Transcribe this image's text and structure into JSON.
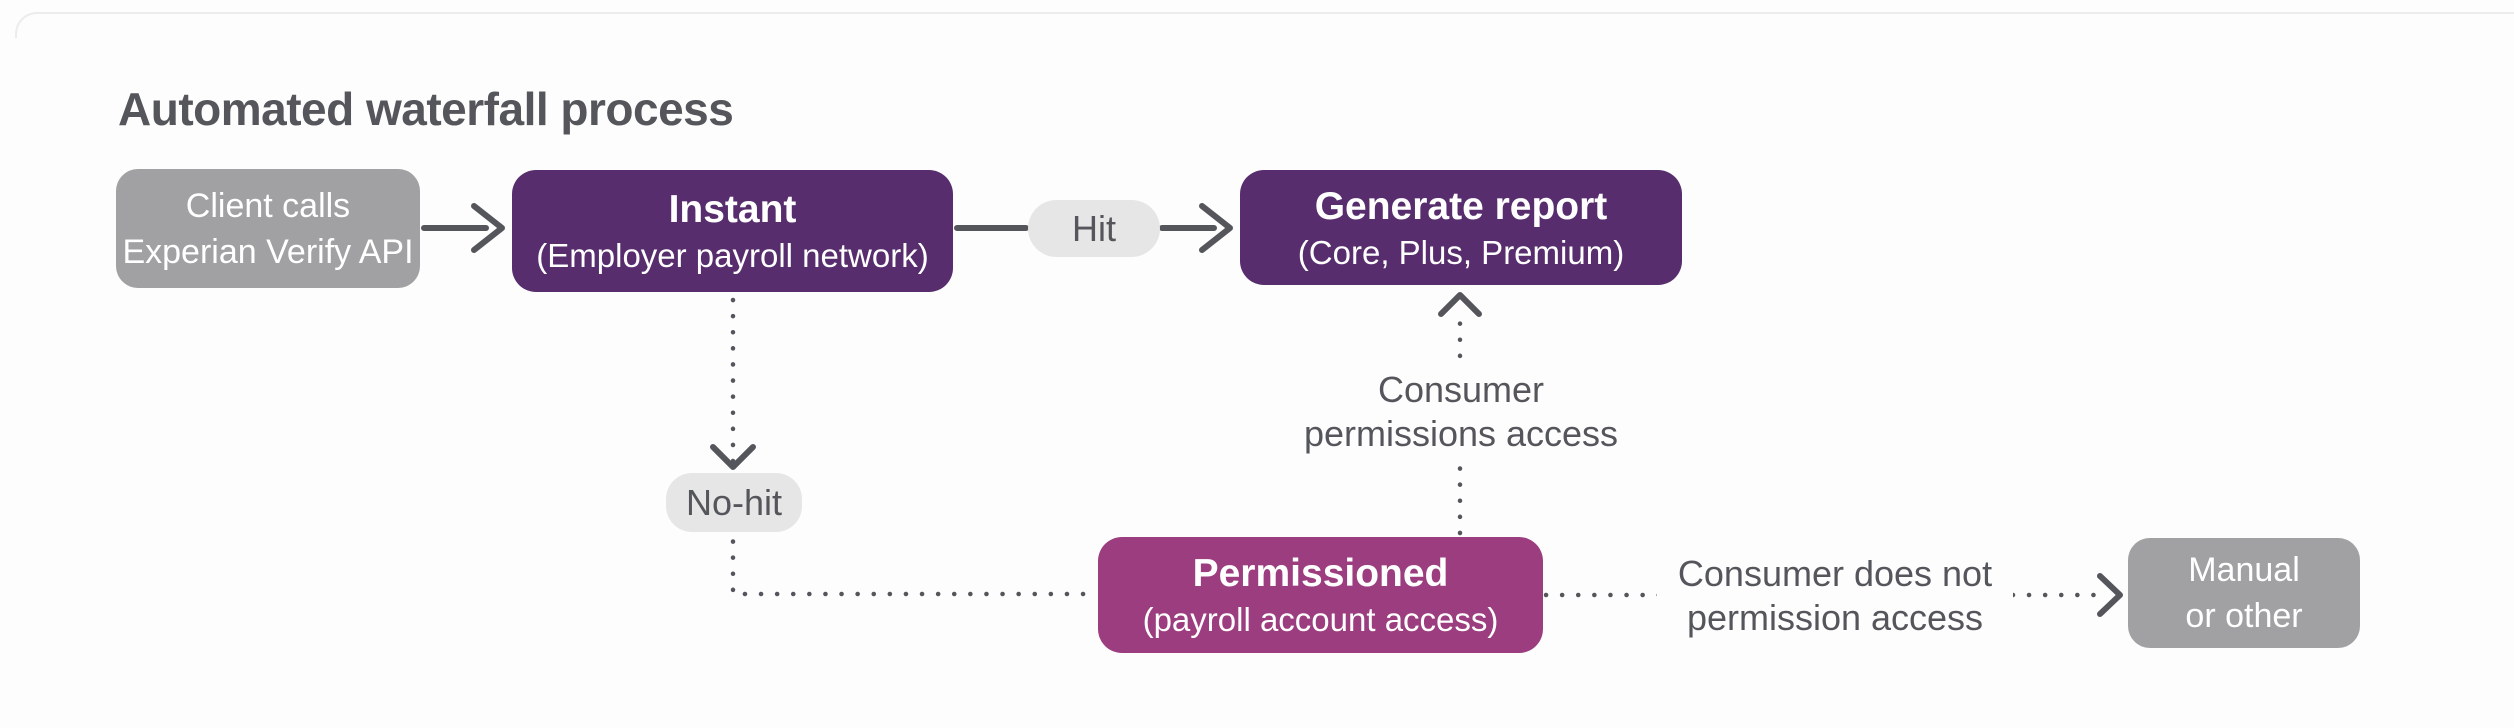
{
  "title": "Automated waterfall process",
  "colors": {
    "bg": "#fdfdfd",
    "purple": "#572D6E",
    "magenta": "#9B3D7F",
    "gray": "#A1A1A3",
    "pill": "#E6E6E6",
    "line": "#54565B",
    "text": "#54565B",
    "edge": "#ECECEC"
  },
  "nodes": {
    "client": {
      "line1": "Client calls",
      "line2": "Experian Verify API"
    },
    "instant": {
      "title": "Instant",
      "subtitle": "(Employer payroll network)"
    },
    "generate": {
      "title": "Generate report",
      "subtitle": "(Core, Plus, Premium)"
    },
    "permissioned": {
      "title": "Permissioned",
      "subtitle": "(payroll account access)"
    },
    "manual": {
      "line1": "Manual",
      "line2": "or other"
    }
  },
  "labels": {
    "hit": "Hit",
    "no_hit": "No-hit",
    "consumer_permissions": {
      "line1": "Consumer",
      "line2": "permissions access"
    },
    "consumer_no_permission": {
      "line1": "Consumer does not",
      "line2": "permission access"
    }
  }
}
